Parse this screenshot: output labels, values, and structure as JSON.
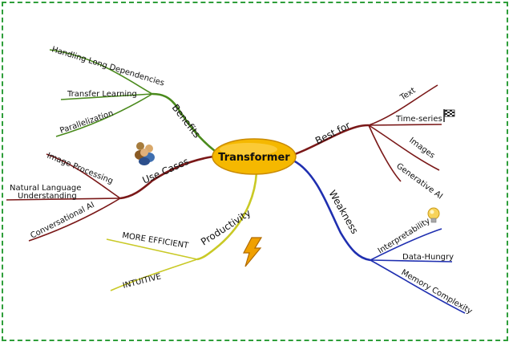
{
  "center": {
    "label": "Transformer"
  },
  "branches": {
    "benefits": {
      "label": "Benefits",
      "color": "#4a8a1c",
      "children": [
        "Handling Long Dependencies",
        "Transfer Learning",
        "Parallelization"
      ]
    },
    "use_cases": {
      "label": "Use Cases",
      "color": "#7a1818",
      "children": [
        "Image Processing",
        "Natural Language",
        "Understanding",
        "Conversational AI"
      ]
    },
    "productivity": {
      "label": "Productivity",
      "color": "#c9c926",
      "children": [
        "MORE EFFICIENT",
        "INTUITIVE"
      ]
    },
    "best_for": {
      "label": "Best for",
      "color": "#7a1818",
      "children": [
        "Text",
        "Time-series",
        "Images",
        "Generative AI"
      ]
    },
    "weakness": {
      "label": "Weakness",
      "color": "#1f2fb0",
      "children": [
        "Interpretability",
        "Data-Hungry",
        "Memory Complexity"
      ]
    }
  },
  "icons": [
    "people-icon",
    "lightning-icon",
    "lightbulb-icon",
    "checkered-flag-icon"
  ]
}
